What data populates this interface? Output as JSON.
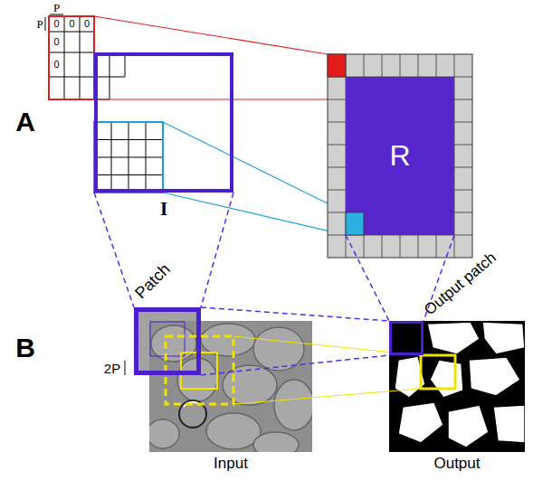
{
  "diagram": {
    "nodes": [
      {
        "text": [
          "I"
        ]
      },
      {
        "text": [
          "R"
        ]
      },
      {
        "text": [
          "Patch"
        ]
      },
      {
        "text": [
          "Input"
        ]
      },
      {
        "text": [
          "Output"
        ]
      },
      {
        "text": [
          "Output patch"
        ],
        "in": 4
      }
    ],
    "edges": [
      {
        "from": 0,
        "to": 2,
        "arrow": "none"
      },
      {
        "from": 1,
        "to": 5,
        "arrow": "none"
      },
      {
        "from": 2,
        "to": 5,
        "arrow": "none"
      }
    ],
    "labels": [
      "P",
      "P",
      "0",
      "0",
      "0",
      "0",
      "0",
      "A",
      "B",
      "2P"
    ]
  }
}
